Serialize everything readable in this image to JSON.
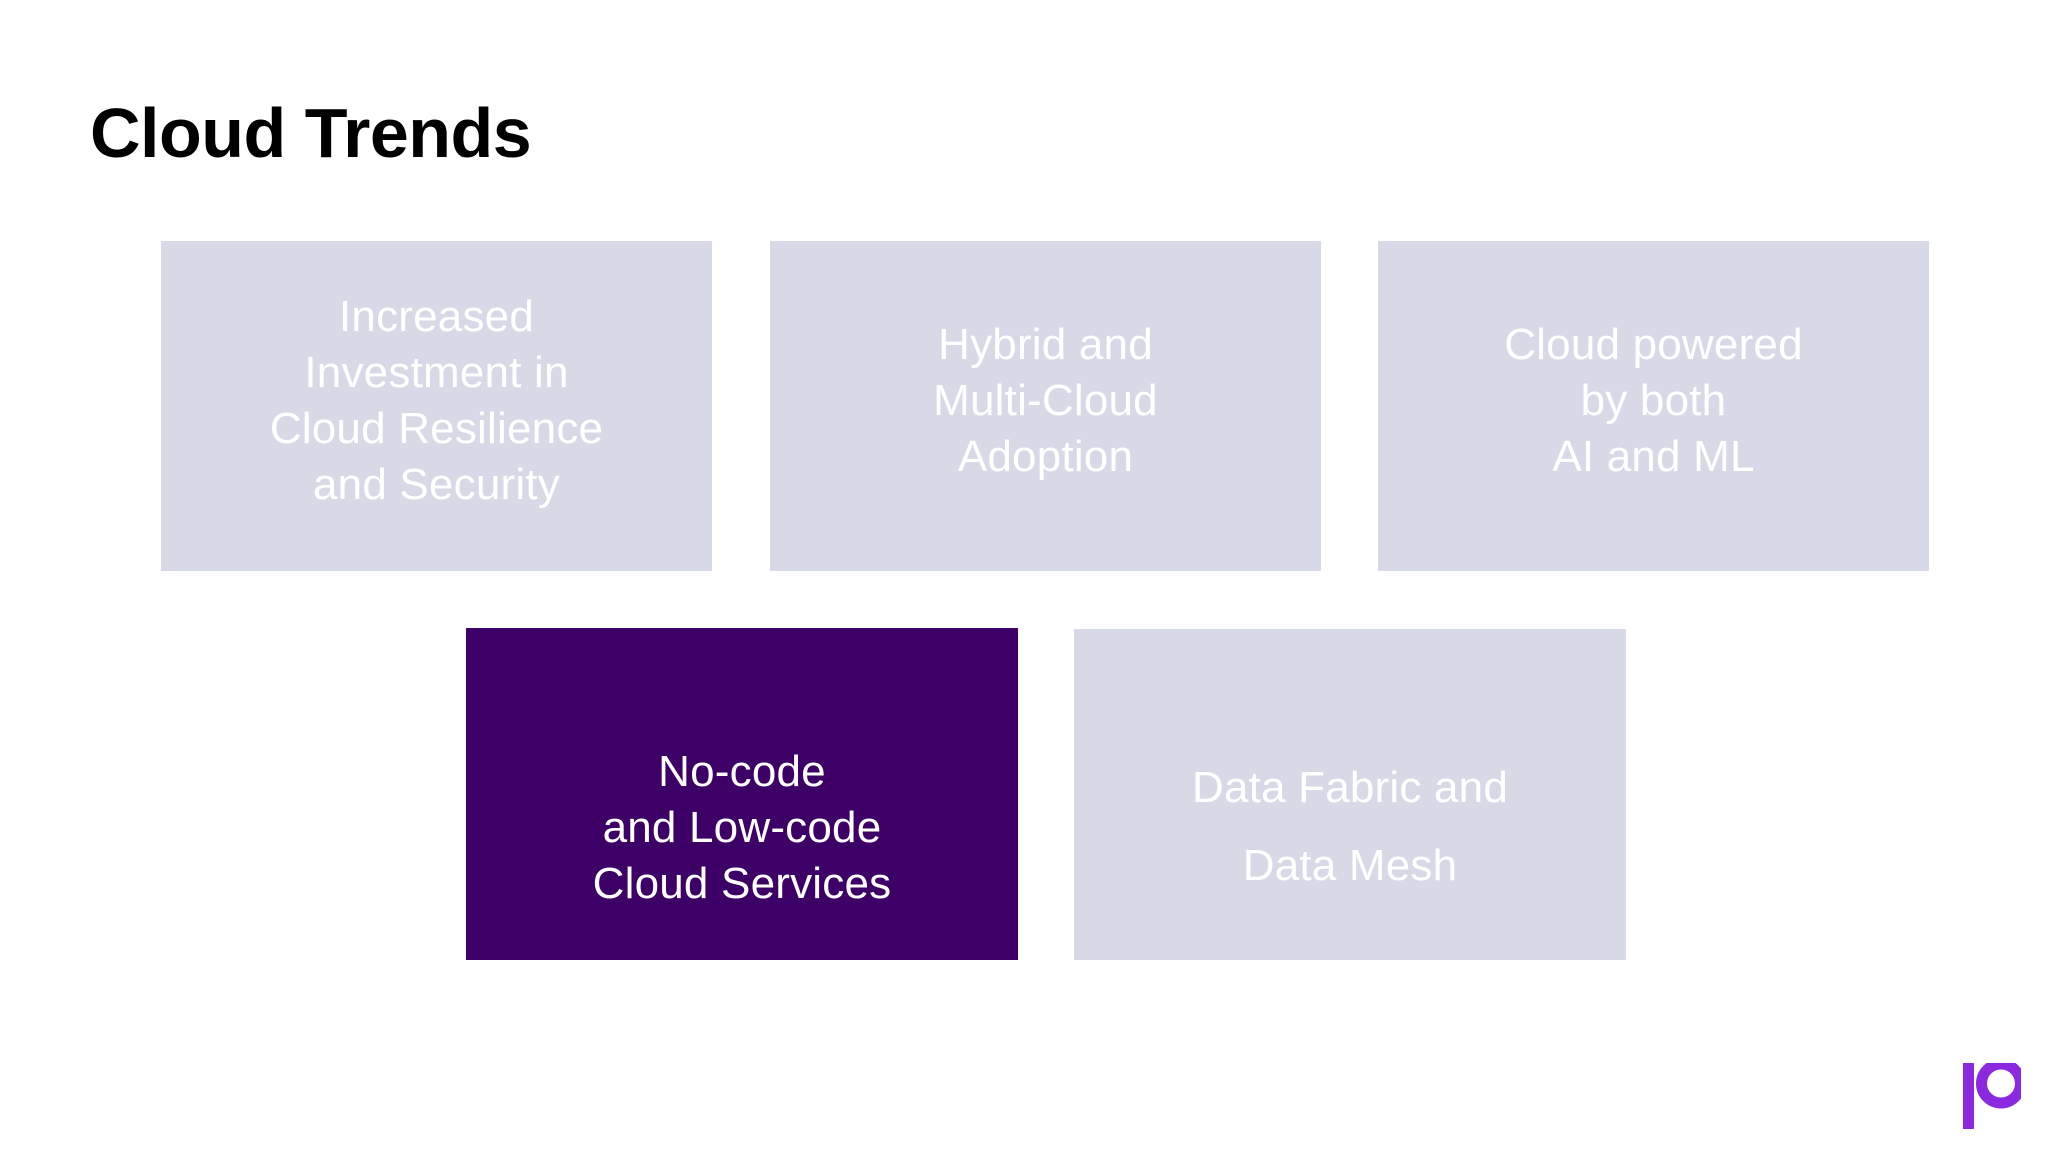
{
  "slide": {
    "title": "Cloud Trends",
    "background_color": "#ffffff",
    "title_color": "#000000"
  },
  "palette": {
    "card_lavender": "#d7d9e7",
    "card_purple": "#3d0066",
    "card_text": "#ffffff",
    "logo_purple": "#8a29e0"
  },
  "cards": [
    {
      "id": "investment",
      "name": "Increased Investment in Cloud Resilience and Security",
      "lines": [
        "Increased",
        "Investment in",
        "Cloud Resilience",
        "and Security"
      ],
      "background": "#d7d9e7",
      "highlighted": false
    },
    {
      "id": "hybrid",
      "name": "Hybrid and Multi-Cloud Adoption",
      "lines": [
        "Hybrid and",
        "Multi-Cloud",
        "Adoption"
      ],
      "background": "#d7d9e7",
      "highlighted": false
    },
    {
      "id": "aiml",
      "name": "Cloud powered by both AI and ML",
      "lines": [
        "Cloud powered",
        "by both",
        "AI and ML"
      ],
      "background": "#d7d9e7",
      "highlighted": false
    },
    {
      "id": "nocode",
      "name": "No-code and Low-code Cloud Services",
      "lines": [
        "No-code",
        "and Low-code",
        "Cloud Services"
      ],
      "background": "#3d0066",
      "highlighted": true
    },
    {
      "id": "datafabric",
      "name": "Data Fabric and Data Mesh",
      "lines": [
        "Data Fabric and",
        "Data Mesh"
      ],
      "background": "#d7d9e7",
      "highlighted": false
    }
  ],
  "logo": {
    "name": "patreon-logo",
    "color": "#8a29e0"
  }
}
